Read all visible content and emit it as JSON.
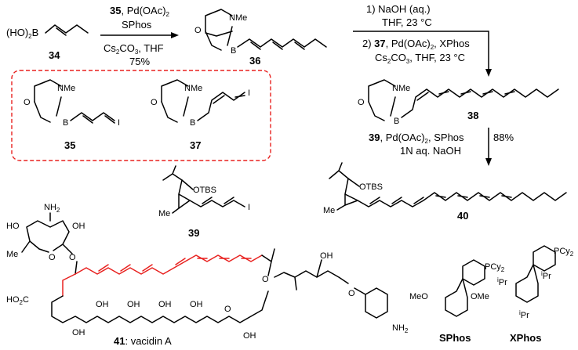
{
  "compounds": {
    "c34": {
      "number": "34",
      "boronic": "(HO)",
      "boronic_sub": "2",
      "boron": "B"
    },
    "c35": {
      "number": "35",
      "n_group": "NMe",
      "boron": "B",
      "oxygen": "O",
      "halide": "I"
    },
    "c36": {
      "number": "36",
      "n_group": "NMe",
      "boron": "B",
      "oxygen": "O"
    },
    "c37": {
      "number": "37",
      "n_group": "NMe",
      "boron": "B",
      "oxygen": "O",
      "halide": "I"
    },
    "c38": {
      "number": "38",
      "n_group": "NMe",
      "boron": "B",
      "oxygen": "O"
    },
    "c39": {
      "number": "39",
      "group": "OTBS",
      "methyl": "Me",
      "halide": "I"
    },
    "c40": {
      "number": "40",
      "group": "OTBS",
      "methyl": "Me"
    },
    "c41": {
      "number": "41",
      "name": ": vacidin A"
    }
  },
  "step1": {
    "reagent": "35",
    "reagent_rest": ", Pd(OAc)",
    "sub": "2",
    "ligand": "SPhos",
    "base": "Cs",
    "base_sub1": "2",
    "base_mid": "CO",
    "base_sub2": "3",
    "solvent": ", THF",
    "yield": "75%"
  },
  "step2": {
    "line1": "1) NaOH (aq.)",
    "line2": "THF, 23 °C",
    "line3_pre": "2) ",
    "line3_reagent": "37",
    "line3_rest": ", Pd(OAc)",
    "line3_sub": "2",
    "line3_post": ", XPhos",
    "line4_base": "Cs",
    "line4_sub1": "2",
    "line4_mid": "CO",
    "line4_sub2": "3",
    "line4_rest": ", THF, 23 °C"
  },
  "step3": {
    "reagent": "39",
    "reagent_rest": ", Pd(OAc)",
    "sub": "2",
    "ligand": ", SPhos",
    "base": "1N aq. NaOH",
    "yield": "88%"
  },
  "ligands": {
    "sphos": {
      "name": "SPhos",
      "pcy": "PCy",
      "pcy_sub": "2",
      "ome_left": "MeO",
      "ome_right": "OMe"
    },
    "xphos": {
      "name": "XPhos",
      "pcy": "PCy",
      "pcy_sub": "2",
      "ipr": "Pr",
      "i": "i"
    }
  },
  "vacidin_labels": {
    "nh2_top": "NH",
    "nh2_sub": "2",
    "ho_left": "HO",
    "oh": "OH",
    "me": "Me",
    "o": "O",
    "ho2c": "HO",
    "ho2c_sub": "2",
    "ho2c_c": "C",
    "nh2_right": "NH",
    "nh2_right_sub": "2"
  }
}
